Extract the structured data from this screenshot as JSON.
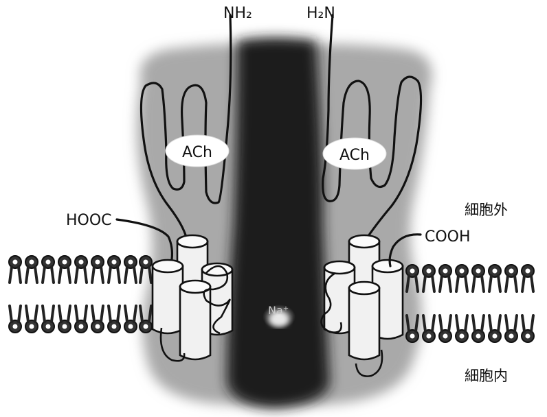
{
  "labels": {
    "nh2": "NH₂",
    "h2n": "H₂N",
    "ach_left": "ACh",
    "ach_right": "ACh",
    "hooc": "HOOC",
    "cooh": "COOH",
    "na": "Na⁺",
    "extracellular": "細胞外",
    "intracellular": "細胞内"
  },
  "colors": {
    "protein_gray": "#a6a6a6",
    "channel_dark": "#222222",
    "outline": "#111111"
  }
}
